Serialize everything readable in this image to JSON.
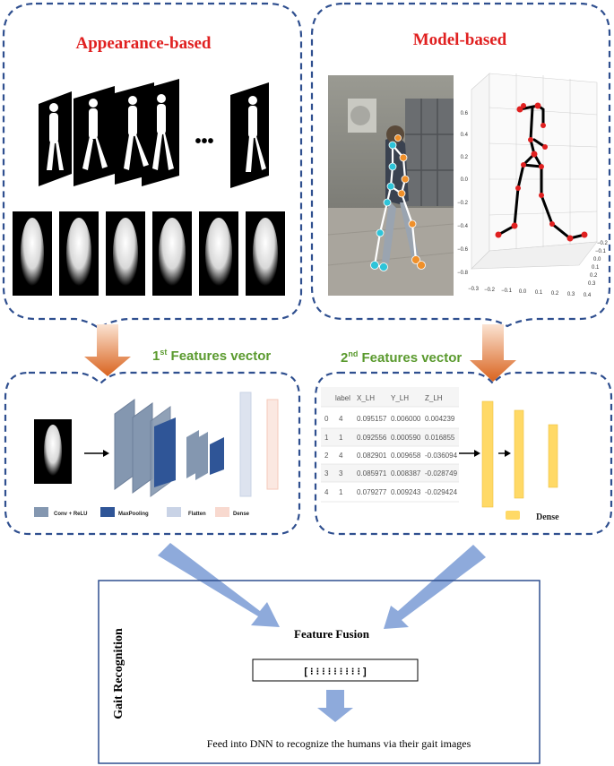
{
  "panels": {
    "appearance": {
      "title": "Appearance-based",
      "ellipsis": "•••"
    },
    "model": {
      "title": "Model-based"
    }
  },
  "vectors": {
    "first": {
      "label_num": "1",
      "label_sup": "st",
      "label_rest": " Features vector"
    },
    "second": {
      "label_num": "2",
      "label_sup": "nd",
      "label_rest": " Features vector"
    }
  },
  "plot3d": {
    "z_ticks": [
      "0.6",
      "0.4",
      "0.2",
      "0.0",
      "−0.2",
      "−0.4",
      "−0.6",
      "−0.8"
    ],
    "x_ticks": [
      "−0.3",
      "−0.2",
      "−0.1",
      "0.0",
      "0.1",
      "0.2",
      "0.3",
      "0.4"
    ],
    "y_ticks": [
      "0.3",
      "0.2",
      "0.1",
      "0.0",
      "−0.1",
      "−0.2"
    ]
  },
  "cnn_legend": {
    "items": [
      {
        "label": "Conv + ReLU",
        "color": "#8497b0"
      },
      {
        "label": "MaxPooling",
        "color": "#2f5597"
      },
      {
        "label": "Flatten",
        "color": "#c9d3e6"
      },
      {
        "label": "Dense",
        "color": "#f8d9cf"
      }
    ]
  },
  "table": {
    "headers": [
      "",
      "label",
      "X_LH",
      "Y_LH",
      "Z_LH"
    ],
    "rows": [
      [
        "0",
        "4",
        "0.095157",
        "0.006000",
        "0.004239"
      ],
      [
        "1",
        "1",
        "0.092556",
        "0.000590",
        "0.016855"
      ],
      [
        "2",
        "4",
        "0.082901",
        "0.009658",
        "-0.036094"
      ],
      [
        "3",
        "3",
        "0.085971",
        "0.008387",
        "-0.028749"
      ],
      [
        "4",
        "1",
        "0.079277",
        "0.009243",
        "-0.029424"
      ]
    ]
  },
  "dense_legend": {
    "label": "Dense",
    "color": "#ffd966"
  },
  "fusion": {
    "side_label": "Gait Recognition",
    "title": "Feature Fusion",
    "vector": "[ ⁝ ⁝ ⁝ ⁝ ⁝ ⁝ ⁝ ⁝ ⁝ ]",
    "caption": "Feed into DNN to recognize the humans via their gait images"
  },
  "colors": {
    "dashed_border": "#2f4f8f",
    "title_red": "#e02020",
    "vector_green": "#5a9a2e",
    "orange_arrow": "#d9631e",
    "blue_arrow": "#8eaadb",
    "conv": "#8497b0",
    "maxpool": "#2f5597",
    "dense_yellow": "#ffd966",
    "joint_cyan": "#2ec4d9",
    "joint_orange": "#f0902a",
    "joint_red": "#e02020"
  }
}
